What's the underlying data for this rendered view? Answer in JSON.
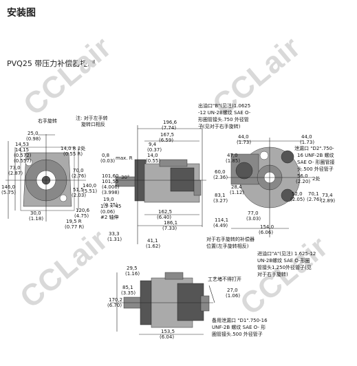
{
  "header": {
    "title": "安装图",
    "subtitle": "PVQ25 带压力补偿器控制"
  },
  "watermark": {
    "text": "CCLair"
  },
  "left_view": {
    "labels": [
      "右手旋转",
      "注: 对于左手转",
      "旋转口相反",
      "25,0",
      "(0.98)",
      "14,53",
      "14,15",
      "(0.572)",
      "(0.557)",
      "14,0 R 2处",
      "(0.55 R)",
      "73,0",
      "(2.87)",
      "70,0",
      "(2.76)",
      "146,0",
      "(5.75)",
      "140,0",
      "(5.51)",
      "51,5",
      "(2.03)",
      "120,6",
      "(4.75)",
      "30,0",
      "(1.18)",
      "19,5 R",
      "(0.77 R)"
    ]
  },
  "top_view": {
    "labels": [
      "196,6",
      "(7.74)",
      "167,5",
      "(6.59)",
      "9,4",
      "(0.37)",
      "14,0",
      "(0.55)",
      "0,8",
      "(0.03)",
      "max. R",
      "101,60",
      "101,55",
      "(4.000)",
      "(3.998)",
      "30°",
      "19,0",
      "(0.75)",
      "1.5 × 45",
      "(0.06)",
      "#2 轴伸",
      "162,5",
      "(6.40)",
      "186,1",
      "(7.33)",
      "33,3",
      "(1.31)",
      "41,1",
      "(1.62)"
    ]
  },
  "right_view": {
    "labels": [
      "出油口\"B\"(见注)1.0625",
      "-12 UN-2B螺纹 SAE O-",
      "形圈管接头.750 外径管",
      "子(见对于右手旋转)",
      "44,0",
      "(1.73)",
      "44,0",
      "(1.73)",
      "47,0",
      "(1.85)",
      "泄漏口 \"D2\".750-",
      "16 UNF-2B 螺纹",
      "SAE O- 形圈管接",
      "头.500 外径管子",
      "60,0",
      "(2.36)",
      "28,4",
      "(1.12)",
      "56,0",
      "(2.20)",
      "2处",
      "83,1",
      "(3.27)",
      "52,0",
      "(2.05)",
      "70,1",
      "(2.76)",
      "73,4",
      "(2.89)",
      "114,1",
      "(4.49)",
      "77,0",
      "(3.03)",
      "154,0",
      "(6.06)",
      "对于右手旋转的补偿器",
      "位置(左手旋转相反)",
      "进油口\"A\"(见注) 1.625-12",
      "UN-2B螺纹 SAE O-形圈",
      "管接头1.250外径管子(见",
      "对于右手旋转)"
    ]
  },
  "bottom_view": {
    "labels": [
      "29,5",
      "(1.16)",
      "工艺堵不得打开",
      "85,1",
      "(3.35)",
      "27,0",
      "(1.06)",
      "170,2",
      "(6.70)",
      "备用泄漏口 \"D1\".750-16",
      "UNF-2B 螺纹 SAE O- 形",
      "圈管接头.500 外径管子",
      "153,5",
      "(6.04)"
    ]
  }
}
